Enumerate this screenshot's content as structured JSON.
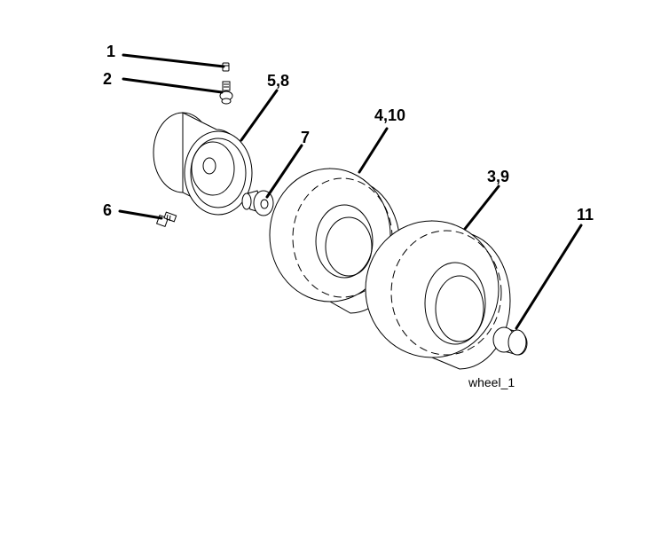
{
  "callouts": {
    "c1": "1",
    "c2": "2",
    "c5_8": "5,8",
    "c7": "7",
    "c4_10": "4,10",
    "c3_9": "3,9",
    "c6": "6",
    "c11": "11"
  },
  "caption": "wheel_1"
}
